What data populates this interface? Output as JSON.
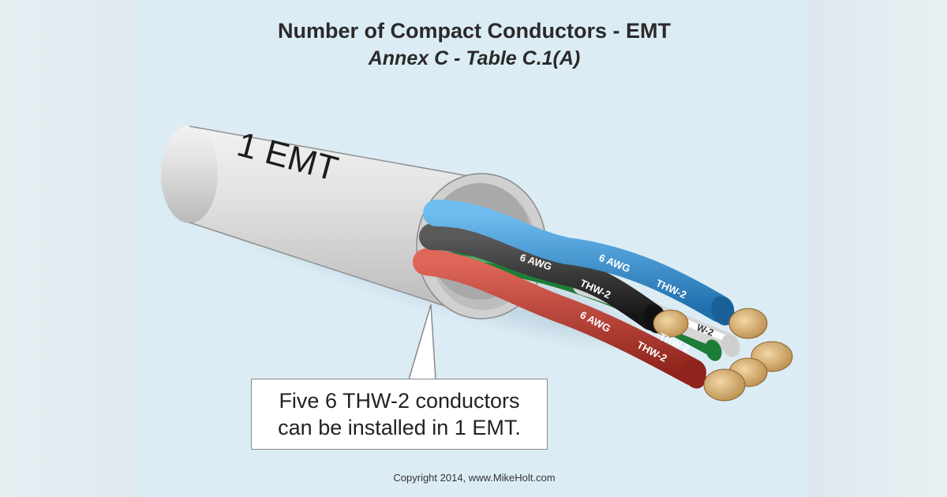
{
  "title": "Number of Compact Conductors - EMT",
  "subtitle": "Annex C - Table C.1(A)",
  "conduit_label": "1 EMT",
  "wire_labels": {
    "size": "6 AWG",
    "type": "THW-2",
    "size_partial": "6 AWG",
    "type_partial": "W-2"
  },
  "callout": {
    "line1": "Five 6 THW-2 conductors",
    "line2": "can be installed in 1 EMT."
  },
  "copyright": "Copyright 2014, www.MikeHolt.com",
  "colors": {
    "background": "#dcecf5",
    "conduit": "#d9d9d9",
    "blue_wire": "#2f8fd0",
    "black_wire": "#2b2b2b",
    "red_wire": "#c0392b",
    "green_wire": "#2e9a4a",
    "white_wire": "#f4f4f4",
    "copper": "#d9b27a"
  }
}
